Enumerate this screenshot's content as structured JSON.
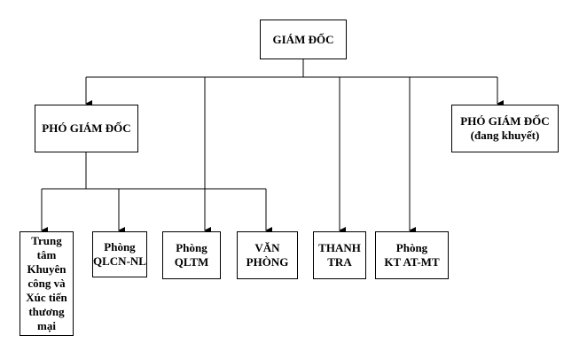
{
  "nodes": {
    "director": "GIÁM ĐỐC",
    "deputy_director": "PHÓ GIÁM ĐỐC",
    "deputy_director_vacant": "PHÓ GIÁM ĐỐC\n(đang khuyết)",
    "trade_promotion_center": "Trung\ntâm\nKhuyên\ncông và\nXúc tiến\nthương\nmại",
    "qlcn_nl": "Phòng\nQLCN-NL",
    "qltm": "Phòng\nQLTM",
    "van_phong": "VĂN\nPHÒNG",
    "thanh_tra": "THANH\nTRA",
    "kt_at_mt": "Phòng\nKT AT-MT"
  }
}
